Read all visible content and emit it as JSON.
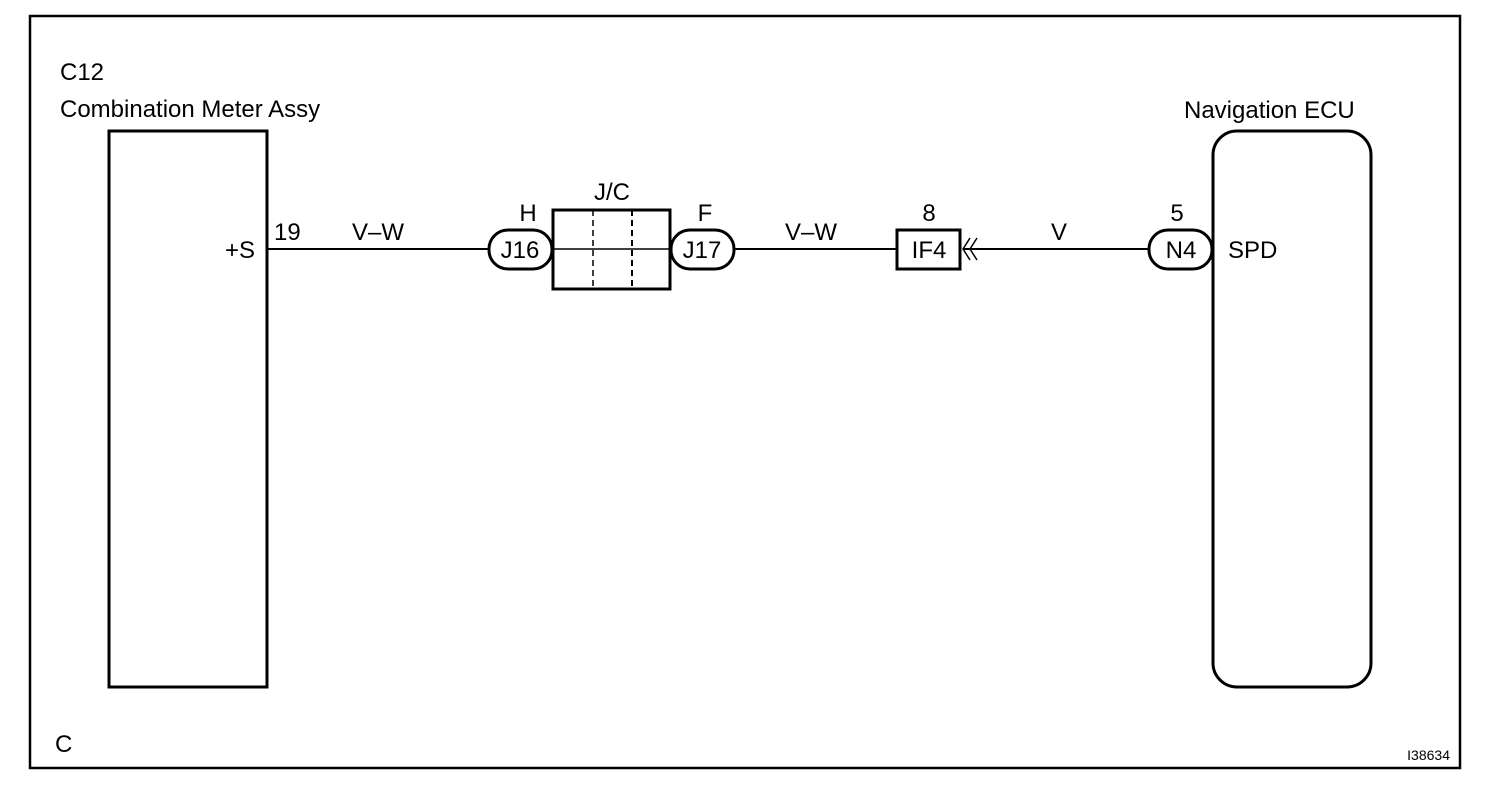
{
  "meter": {
    "code": "C12",
    "name": "Combination Meter Assy",
    "pin_name": "+S",
    "pin_number": "19"
  },
  "ecu": {
    "name": "Navigation ECU",
    "pin_name": "SPD",
    "pin_number": "5"
  },
  "junction": {
    "label": "J/C",
    "left_pin": "H",
    "right_pin": "F"
  },
  "connectors": {
    "j16": "J16",
    "j17": "J17",
    "if4": "IF4",
    "if4_pin": "8",
    "n4": "N4"
  },
  "wires": {
    "seg1": "V–W",
    "seg2": "V–W",
    "seg3": "V"
  },
  "footer": {
    "corner_label": "C",
    "figure_id": "I38634"
  }
}
